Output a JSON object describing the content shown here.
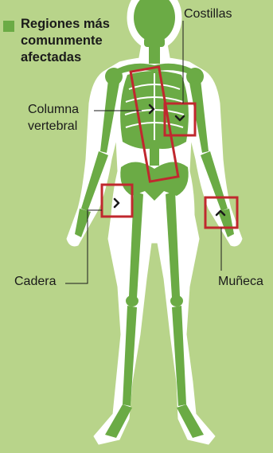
{
  "legend": {
    "text": "Regiones más\ncomunmente\nafectadas",
    "color": "#6bab45"
  },
  "labels": {
    "costillas": "Costillas",
    "columna": "Columna\nvertebral",
    "cadera": "Cadera",
    "muneca": "Muñeca"
  },
  "colors": {
    "background": "#b8d48a",
    "bone": "#6bab45",
    "silhouette": "#ffffff",
    "highlight_box": "#c0282e",
    "arrow": "#1a1a1a"
  },
  "icons": [
    "skeleton-illustration",
    "chevron-arrow-icon"
  ]
}
